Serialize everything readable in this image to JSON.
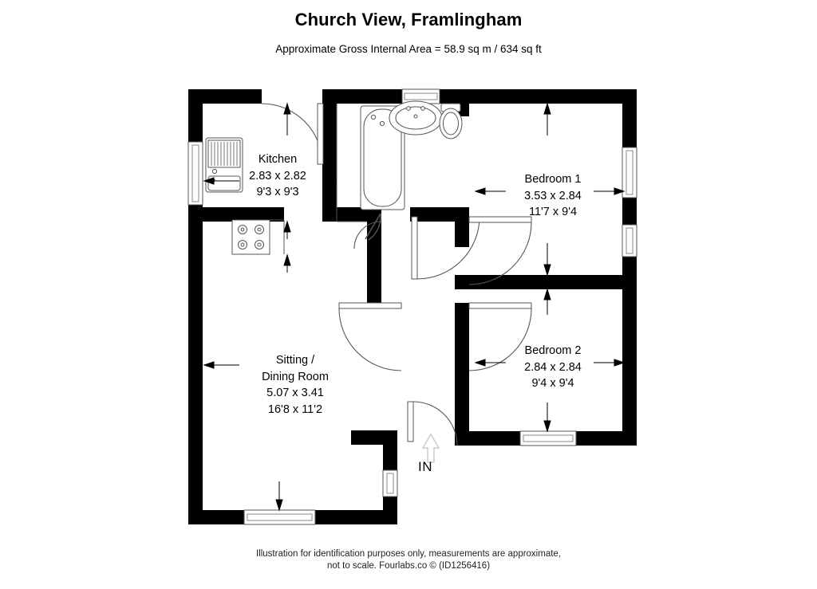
{
  "header": {
    "title": "Church View, Framlingham",
    "subtitle": "Approximate Gross Internal Area = 58.9 sq m / 634 sq ft"
  },
  "footer": {
    "line1": "Illustration for identification purposes only, measurements are approximate,",
    "line2": "not to scale. Fourlabs.co © (ID1256416)"
  },
  "plan": {
    "entrance_label": "IN",
    "wall_color": "#000000",
    "fixture_stroke": "#555555",
    "window_stroke": "#888888",
    "background": "#ffffff",
    "rooms": [
      {
        "id": "kitchen",
        "name": "Kitchen",
        "metric": "2.83 x 2.82",
        "imperial": "9'3 x 9'3"
      },
      {
        "id": "bedroom-1",
        "name": "Bedroom 1",
        "metric": "3.53 x 2.84",
        "imperial": "11'7 x 9'4"
      },
      {
        "id": "bedroom-2",
        "name": "Bedroom 2",
        "metric": "2.84 x 2.84",
        "imperial": "9'4 x 9'4"
      },
      {
        "id": "sitting-dining-room",
        "name_line1": "Sitting /",
        "name_line2": "Dining Room",
        "metric": "5.07 x 3.41",
        "imperial": "16'8 x 11'2"
      }
    ],
    "fixtures": [
      "bath",
      "wash-basin",
      "toilet",
      "kitchen-sink",
      "kitchen-hob"
    ]
  }
}
